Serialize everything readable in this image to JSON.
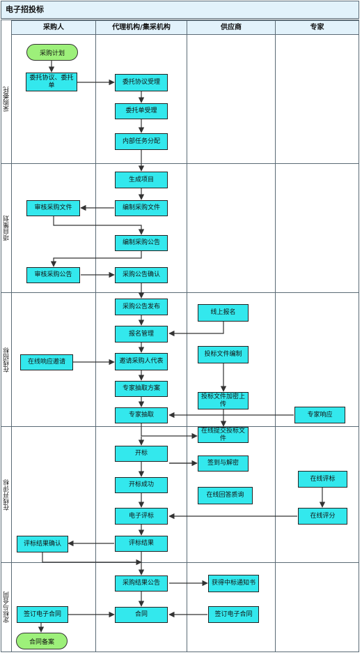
{
  "title": "电子招投标",
  "lanes": [
    "采购人",
    "代理机构/集采机构",
    "供应商",
    "专家"
  ],
  "phases": [
    "采购委托",
    "项目策划",
    "在线招标",
    "在线开评标",
    "定标与合同"
  ],
  "nodes": {
    "plan": "采购计划",
    "entrust": "委托协议、委托单",
    "accept_agreement": "委托协议受理",
    "accept_order": "委托单受理",
    "assign": "内部任务分配",
    "gen_project": "生成项目",
    "compile_doc": "编制采购文件",
    "review_doc": "审核采购文件",
    "compile_notice": "编制采购公告",
    "review_notice": "审核采购公告",
    "confirm_notice": "采购公告确认",
    "publish_notice": "采购公告发布",
    "register_online": "线上报名",
    "register_manage": "报名管理",
    "respond_invite": "在线响应邀请",
    "invite_rep": "邀请采购人代表",
    "bid_prepare": "投标文件编制",
    "expert_plan": "专家抽取方案",
    "encrypt_upload": "投标文件加密上传",
    "expert_draw": "专家抽取",
    "expert_respond": "专家响应",
    "submit_online": "在线提交投标文件",
    "open_bid": "开标",
    "signin_decrypt": "签到与解密",
    "open_success": "开标成功",
    "online_eval": "在线评标",
    "qa_online": "在线回答质询",
    "e_eval": "电子评标",
    "online_score": "在线评分",
    "eval_confirm": "评标结果确认",
    "eval_result": "评标结果",
    "result_notice": "采购结果公告",
    "win_notice": "获得中标通知书",
    "sign_buyer": "签订电子合同",
    "contract": "合同",
    "sign_supplier": "签订电子合同",
    "archive": "合同备案"
  }
}
